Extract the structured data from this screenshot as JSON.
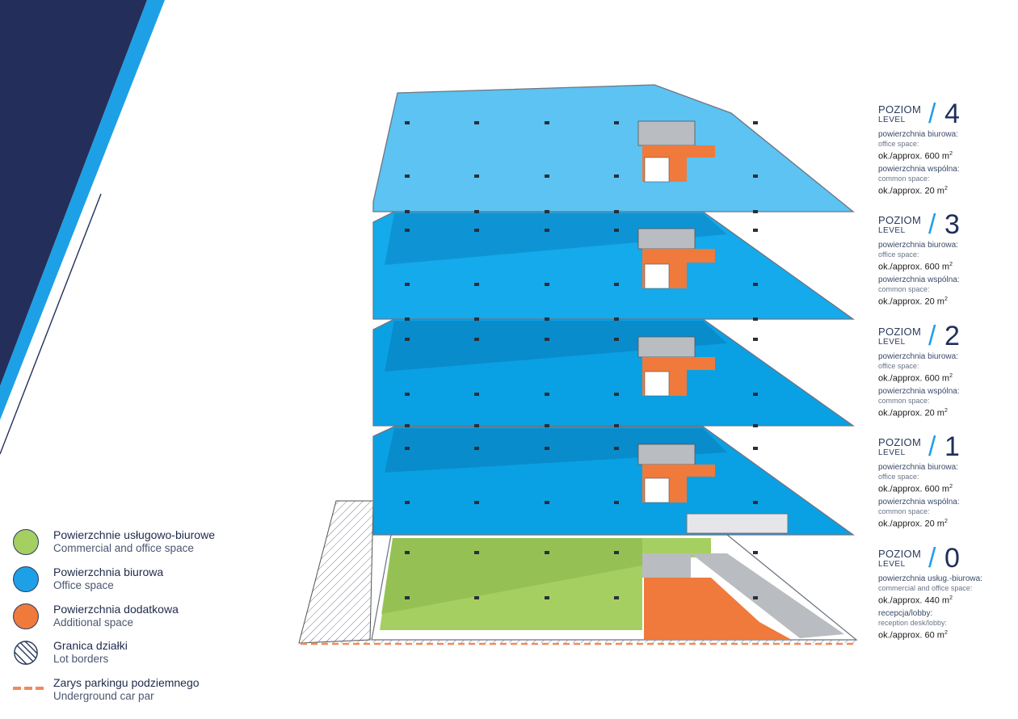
{
  "levels": [
    {
      "poziom": "POZIOM",
      "level": "LEVEL",
      "number": "4",
      "office_pl": "powierzchnia biurowa:",
      "office_en": "office space:",
      "office_val": "ok./approx. 600 m",
      "common_pl": "powierzchnia wspólna:",
      "common_en": "common space:",
      "common_val": "ok./approx. 20 m",
      "sup": "2"
    },
    {
      "poziom": "POZIOM",
      "level": "LEVEL",
      "number": "3",
      "office_pl": "powierzchnia biurowa:",
      "office_en": "office space:",
      "office_val": "ok./approx. 600 m",
      "common_pl": "powierzchnia wspólna:",
      "common_en": "common space:",
      "common_val": "ok./approx. 20 m",
      "sup": "2"
    },
    {
      "poziom": "POZIOM",
      "level": "LEVEL",
      "number": "2",
      "office_pl": "powierzchnia biurowa:",
      "office_en": "office space:",
      "office_val": "ok./approx. 600 m",
      "common_pl": "powierzchnia wspólna:",
      "common_en": "common space:",
      "common_val": "ok./approx. 20 m",
      "sup": "2"
    },
    {
      "poziom": "POZIOM",
      "level": "LEVEL",
      "number": "1",
      "office_pl": "powierzchnia biurowa:",
      "office_en": "office space:",
      "office_val": "ok./approx. 600 m",
      "common_pl": "powierzchnia wspólna:",
      "common_en": "common space:",
      "common_val": "ok./approx. 20 m",
      "sup": "2"
    },
    {
      "poziom": "POZIOM",
      "level": "LEVEL",
      "number": "0",
      "office_pl": "powierzchnia usług.-biurowa:",
      "office_en": "commercial and office space:",
      "office_val": "ok./approx. 440 m",
      "common_pl": "recepcja/lobby:",
      "common_en": "reception desk/lobby:",
      "common_val": "ok./approx. 60 m",
      "sup": "2"
    }
  ],
  "legend": [
    {
      "pl": "Powierzchnie usługowo-biurowe",
      "en": "Commercial and office space",
      "swatch": "green"
    },
    {
      "pl": "Powierzchnia biurowa",
      "en": "Office space",
      "swatch": "blue"
    },
    {
      "pl": "Powierzchnia dodatkowa",
      "en": "Additional space",
      "swatch": "orange"
    },
    {
      "pl": "Granica działki",
      "en": "Lot borders",
      "swatch": "hatch"
    },
    {
      "pl": "Zarys parkingu podziemnego",
      "en": "Underground car par",
      "swatch": "dashed"
    }
  ],
  "colors": {
    "navy": "#232f5a",
    "accent_blue": "#1ea0e6",
    "office_blue": "#14aaeb",
    "office_blue_top": "#5cc3f2",
    "commercial_green": "#a6cf62",
    "additional_orange": "#ef7a3c",
    "core_grey": "#b9bcc0",
    "dashed_orange": "#f08a5a"
  }
}
